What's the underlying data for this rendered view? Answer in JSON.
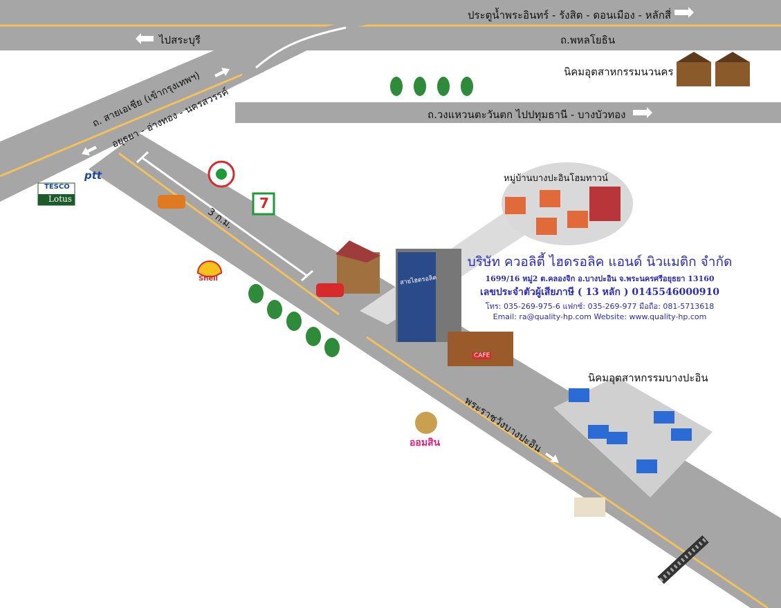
{
  "roads": {
    "top_road_east": "ประตูน้ำพระอินทร์ - รังสิต - ดอนเมือง - หลักสี่",
    "top_road_west": "ไปสระบุรี",
    "phahon": "ถ.พหลโยธิน",
    "outer_ring": "ถ.วงแหวนตะวันตก ไปปทุมธานี - บางบัวทอง",
    "asia_north": "ถ. สายเอเชีย (เข้ากรุงเทพฯ)",
    "asia_south": "อยุธยา - อ่างทอง - นครสวรรค์",
    "distance": "3 ก.ม.",
    "main_road": "พระราชวังบางปะอิน"
  },
  "places": {
    "navanakorn": "นิคมอุตสาหกรรมนวนคร",
    "village": "หมู่บ้านบางปะอินโฮมทาวน์",
    "bangpain_estate": "นิคมอุตสาหกรรมบางปะอิน",
    "building_sign": "สายไฮดรอลิค",
    "cafe": "CAFE"
  },
  "logos": {
    "tesco": "TESCO",
    "lotus": "Lotus",
    "ptt": "ptt",
    "seven": "7",
    "shell": "Shell",
    "gsb": "ออมสิน"
  },
  "company": {
    "name": "บริษัท ควอลิตี้ ไฮดรอลิค แอนด์ นิวแมติก จำกัด",
    "address": "1699/16 หมู่2 ต.คลองจิก อ.บางปะอิน จ.พระนครศรีอยุธยา 13160",
    "tax_id": "เลขประจำตัวผู้เสียภาษี ( 13 หลัก ) 0145546000910",
    "phones": "โทร: 035-269-975-6 แฟกซ์: 035-269-977 มือถือ: 081-5713618",
    "web": "Email: ra@quality-hp.com  Website: www.quality-hp.com"
  },
  "colors": {
    "road": "#a6a6a6",
    "line": "#f2c15c",
    "text_blue": "#2b2bb8"
  }
}
